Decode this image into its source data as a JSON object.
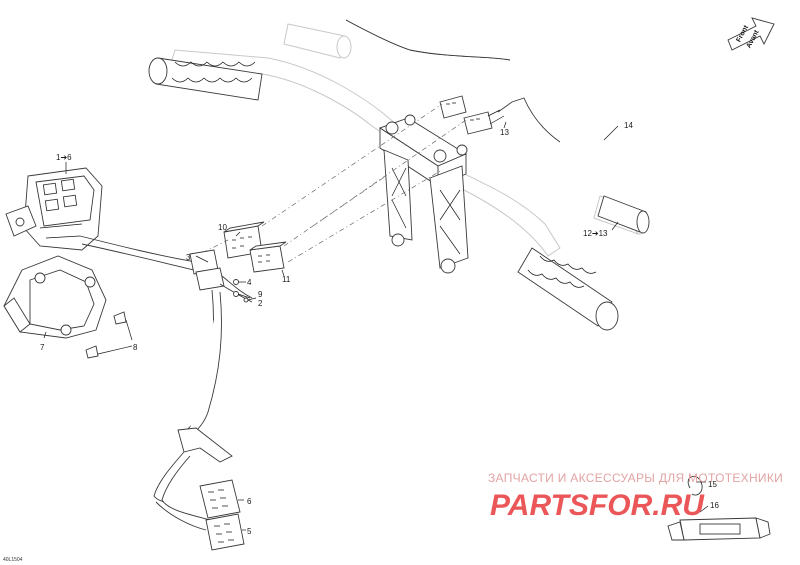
{
  "callouts": [
    {
      "id": "c1",
      "text": "1➔6"
    },
    {
      "id": "c2",
      "text": "2"
    },
    {
      "id": "c3",
      "text": "3"
    },
    {
      "id": "c4",
      "text": "4"
    },
    {
      "id": "c5",
      "text": "5"
    },
    {
      "id": "c6",
      "text": "6"
    },
    {
      "id": "c7",
      "text": "7"
    },
    {
      "id": "c8",
      "text": "8"
    },
    {
      "id": "c9",
      "text": "9"
    },
    {
      "id": "c10",
      "text": "10"
    },
    {
      "id": "c11",
      "text": "11"
    },
    {
      "id": "c12",
      "text": "12➔13"
    },
    {
      "id": "c13",
      "text": "13"
    },
    {
      "id": "c14",
      "text": "14"
    },
    {
      "id": "c15",
      "text": "15"
    },
    {
      "id": "c16",
      "text": "16"
    }
  ],
  "direction_arrow": {
    "line1": "Front",
    "line2": "Avant"
  },
  "watermark": {
    "line1": "ЗАПЧАСТИ И АКСЕССУАРЫ ДЛЯ МОТОТЕХНИКИ",
    "line2": "PARTSFOR.RU"
  },
  "figure_ref": "40L1504",
  "colors": {
    "line": "#3a3a3a",
    "ghost": "#c8c8c8",
    "watermark_red": "#e8393c"
  }
}
